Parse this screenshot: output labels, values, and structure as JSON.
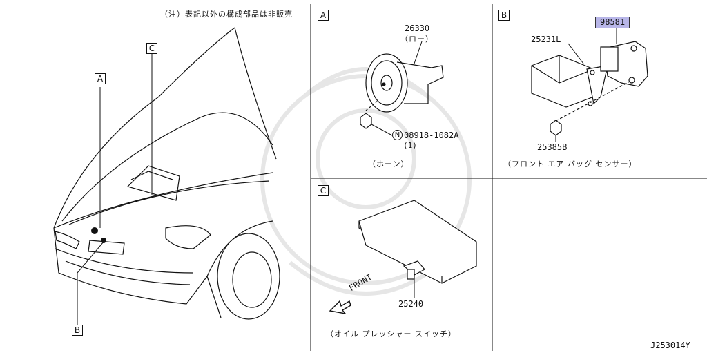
{
  "note_text": "（注）表記以外の構成部品は非販売",
  "callouts": {
    "a": "A",
    "b": "B",
    "c": "C"
  },
  "panel_a": {
    "label": "A",
    "horn_part": "26330",
    "horn_sub": "（ロー）",
    "nut_prefix": "N",
    "nut_part": "08918-1082A",
    "nut_qty": "(1)",
    "caption": "（ホーン）"
  },
  "panel_b": {
    "label": "B",
    "highlight_part": "98581",
    "bracket_part": "25231L",
    "nut_part": "25385B",
    "caption": "（フロント エア バッグ センサー）"
  },
  "panel_c": {
    "label": "C",
    "front_label": "FRONT",
    "switch_part": "25240",
    "caption": "（オイル プレッシャー スイッチ）"
  },
  "diagram_id": "J253014Y",
  "colors": {
    "highlight": "#b8b6e8",
    "line": "#111111",
    "watermark": "#e6e6e6"
  }
}
